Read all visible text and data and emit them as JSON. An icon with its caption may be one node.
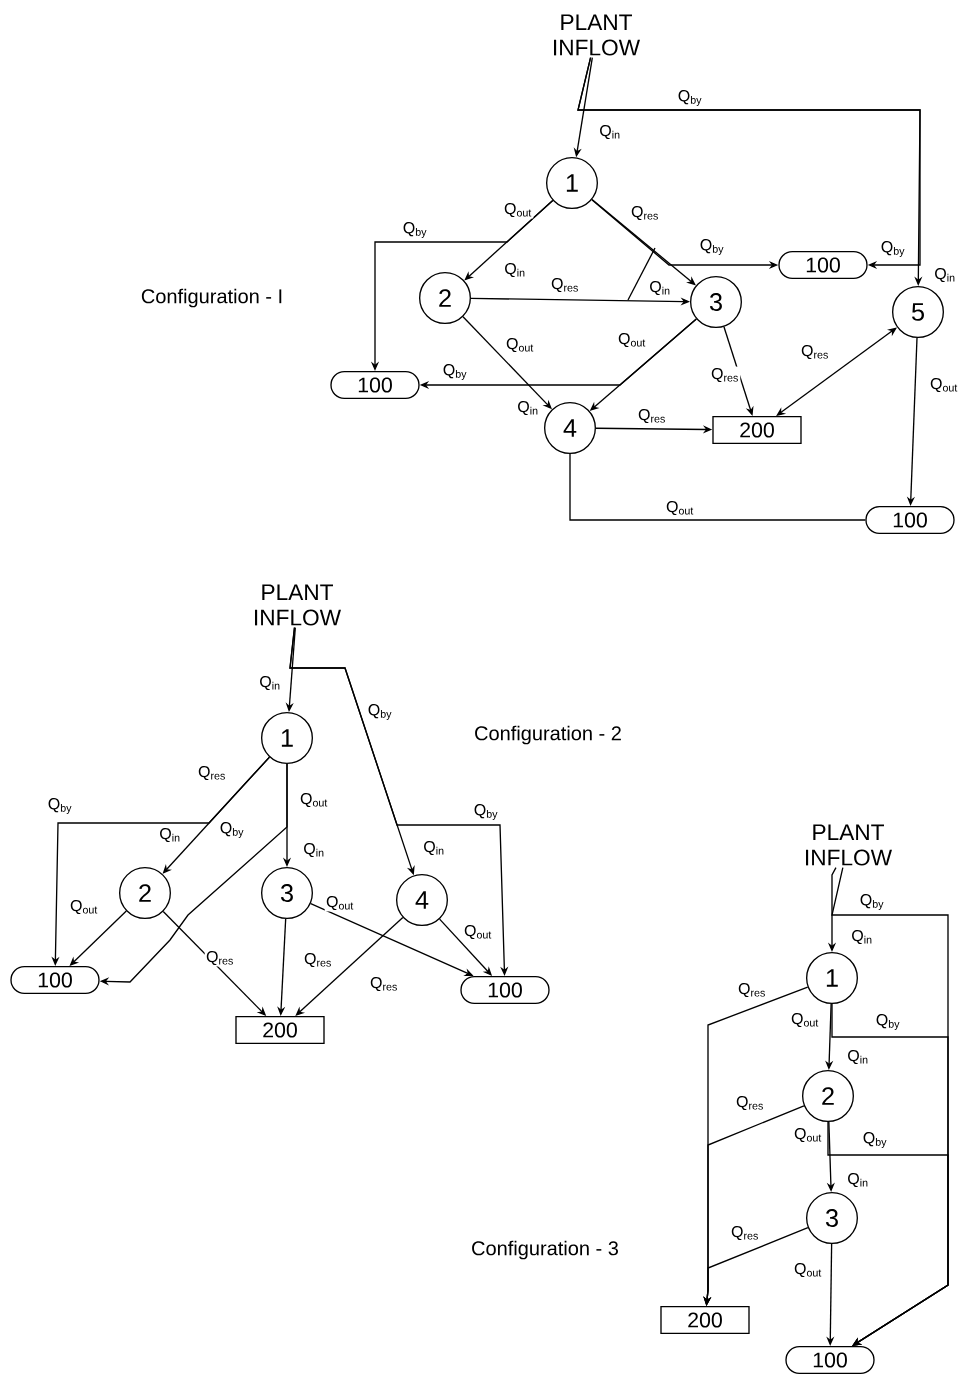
{
  "diagram": {
    "nodes": [
      {
        "text": [
          "PLANT INFLOW"
        ]
      },
      {
        "text": [
          "1"
        ]
      },
      {
        "text": [
          "2"
        ]
      },
      {
        "text": [
          "3"
        ]
      },
      {
        "text": [
          "4"
        ]
      },
      {
        "text": [
          "5"
        ]
      },
      {
        "text": [
          "100"
        ]
      },
      {
        "text": [
          "100"
        ]
      },
      {
        "text": [
          "200"
        ]
      },
      {
        "text": [
          "100"
        ]
      },
      {
        "text": [
          "PLANT INFLOW"
        ]
      },
      {
        "text": [
          "1"
        ]
      },
      {
        "text": [
          "2"
        ]
      },
      {
        "text": [
          "3"
        ]
      },
      {
        "text": [
          "4"
        ]
      },
      {
        "text": [
          "100"
        ]
      },
      {
        "text": [
          "200"
        ]
      },
      {
        "text": [
          "100"
        ]
      },
      {
        "text": [
          "PLANT INFLOW"
        ]
      },
      {
        "text": [
          "1"
        ]
      },
      {
        "text": [
          "2"
        ]
      },
      {
        "text": [
          "3"
        ]
      },
      {
        "text": [
          "200"
        ]
      },
      {
        "text": [
          "100"
        ]
      }
    ],
    "edges": [
      {
        "from": 0,
        "to": 1,
        "arrow": "to",
        "label": "Q$_{in}$"
      },
      {
        "from": 0,
        "to": 5,
        "arrow": "to",
        "label": "Q$_{by}$"
      },
      {
        "from": 1,
        "to": 2,
        "arrow": "to",
        "label": "Q$_{out}$"
      },
      {
        "from": 1,
        "to": 7,
        "arrow": "to",
        "label": "Q$_{by}$"
      },
      {
        "from": 1,
        "to": 3,
        "arrow": "to",
        "label": "Q$_{res}$"
      },
      {
        "from": 1,
        "to": 6,
        "arrow": "to",
        "label": "Q$_{by}$"
      },
      {
        "from": 0,
        "to": 6,
        "arrow": "to",
        "label": "Q$_{by}$"
      },
      {
        "from": 2,
        "to": 3,
        "arrow": "to",
        "label": "Q$_{res}$"
      },
      {
        "from": 2,
        "to": 4,
        "arrow": "to",
        "label": "Q$_{out}$"
      },
      {
        "from": 3,
        "to": 4,
        "arrow": "to",
        "label": "Q$_{out}$"
      },
      {
        "from": 3,
        "to": 7,
        "arrow": "to",
        "label": "Q$_{by}$"
      },
      {
        "from": 3,
        "to": 8,
        "arrow": "to",
        "label": "Q$_{res}$"
      },
      {
        "from": 4,
        "to": 8,
        "arrow": "to",
        "label": "Q$_{res}$"
      },
      {
        "from": 5,
        "to": 8,
        "arrow": "both",
        "label": "Q$_{res}$"
      },
      {
        "from": 5,
        "to": 9,
        "arrow": "to",
        "label": "Q$_{out}$"
      },
      {
        "from": 4,
        "to": 9,
        "arrow": "none",
        "label": "Q$_{out}$"
      },
      {
        "from": 10,
        "to": 11,
        "arrow": "to",
        "label": "Q$_{in}$"
      },
      {
        "from": 10,
        "to": 14,
        "arrow": "to",
        "label": "Q$_{by}$"
      },
      {
        "from": 11,
        "to": 12,
        "arrow": "to",
        "label": "Q$_{res}$"
      },
      {
        "from": 11,
        "to": 15,
        "arrow": "to",
        "label": "Q$_{by}$"
      },
      {
        "from": 11,
        "to": 13,
        "arrow": "to",
        "label": "Q$_{out}$"
      },
      {
        "from": 11,
        "to": 15,
        "arrow": "to",
        "label": "Q$_{by}$"
      },
      {
        "from": 10,
        "to": 17,
        "arrow": "to",
        "label": "Q$_{by}$"
      },
      {
        "from": 12,
        "to": 15,
        "arrow": "to",
        "label": "Q$_{out}$"
      },
      {
        "from": 12,
        "to": 16,
        "arrow": "to",
        "label": "Q$_{res}$"
      },
      {
        "from": 13,
        "to": 16,
        "arrow": "to",
        "label": "Q$_{res}$"
      },
      {
        "from": 13,
        "to": 17,
        "arrow": "to",
        "label": "Q$_{out}$"
      },
      {
        "from": 14,
        "to": 16,
        "arrow": "to",
        "label": "Q$_{res}$"
      },
      {
        "from": 14,
        "to": 17,
        "arrow": "to",
        "label": "Q$_{out}$"
      },
      {
        "from": 18,
        "to": 19,
        "arrow": "to",
        "label": "Q$_{in}$"
      },
      {
        "from": 18,
        "to": 23,
        "arrow": "to",
        "label": "Q$_{by}$"
      },
      {
        "from": 19,
        "to": 20,
        "arrow": "to",
        "label": "Q$_{out}$"
      },
      {
        "from": 19,
        "to": 23,
        "arrow": "to",
        "label": "Q$_{by}$"
      },
      {
        "from": 19,
        "to": 22,
        "arrow": "to",
        "label": "Q$_{res}$"
      },
      {
        "from": 20,
        "to": 21,
        "arrow": "to",
        "label": "Q$_{out}$"
      },
      {
        "from": 20,
        "to": 23,
        "arrow": "to",
        "label": "Q$_{by}$"
      },
      {
        "from": 20,
        "to": 22,
        "arrow": "to",
        "label": "Q$_{res}$"
      },
      {
        "from": 21,
        "to": 22,
        "arrow": "to",
        "label": "Q$_{res}$"
      },
      {
        "from": 21,
        "to": 23,
        "arrow": "to",
        "label": "Q$_{out}$"
      }
    ],
    "labels": [
      "Configuration - I",
      "Q$_{in}$",
      "Q$_{in}$",
      "Q$_{in}$",
      "Q$_{in}$",
      "Configuration - 2",
      "Q$_{in}$",
      "Q$_{in}$",
      "Q$_{in}$",
      "Configuration - 3",
      "Q$_{in}$",
      "Q$_{in}$"
    ]
  }
}
